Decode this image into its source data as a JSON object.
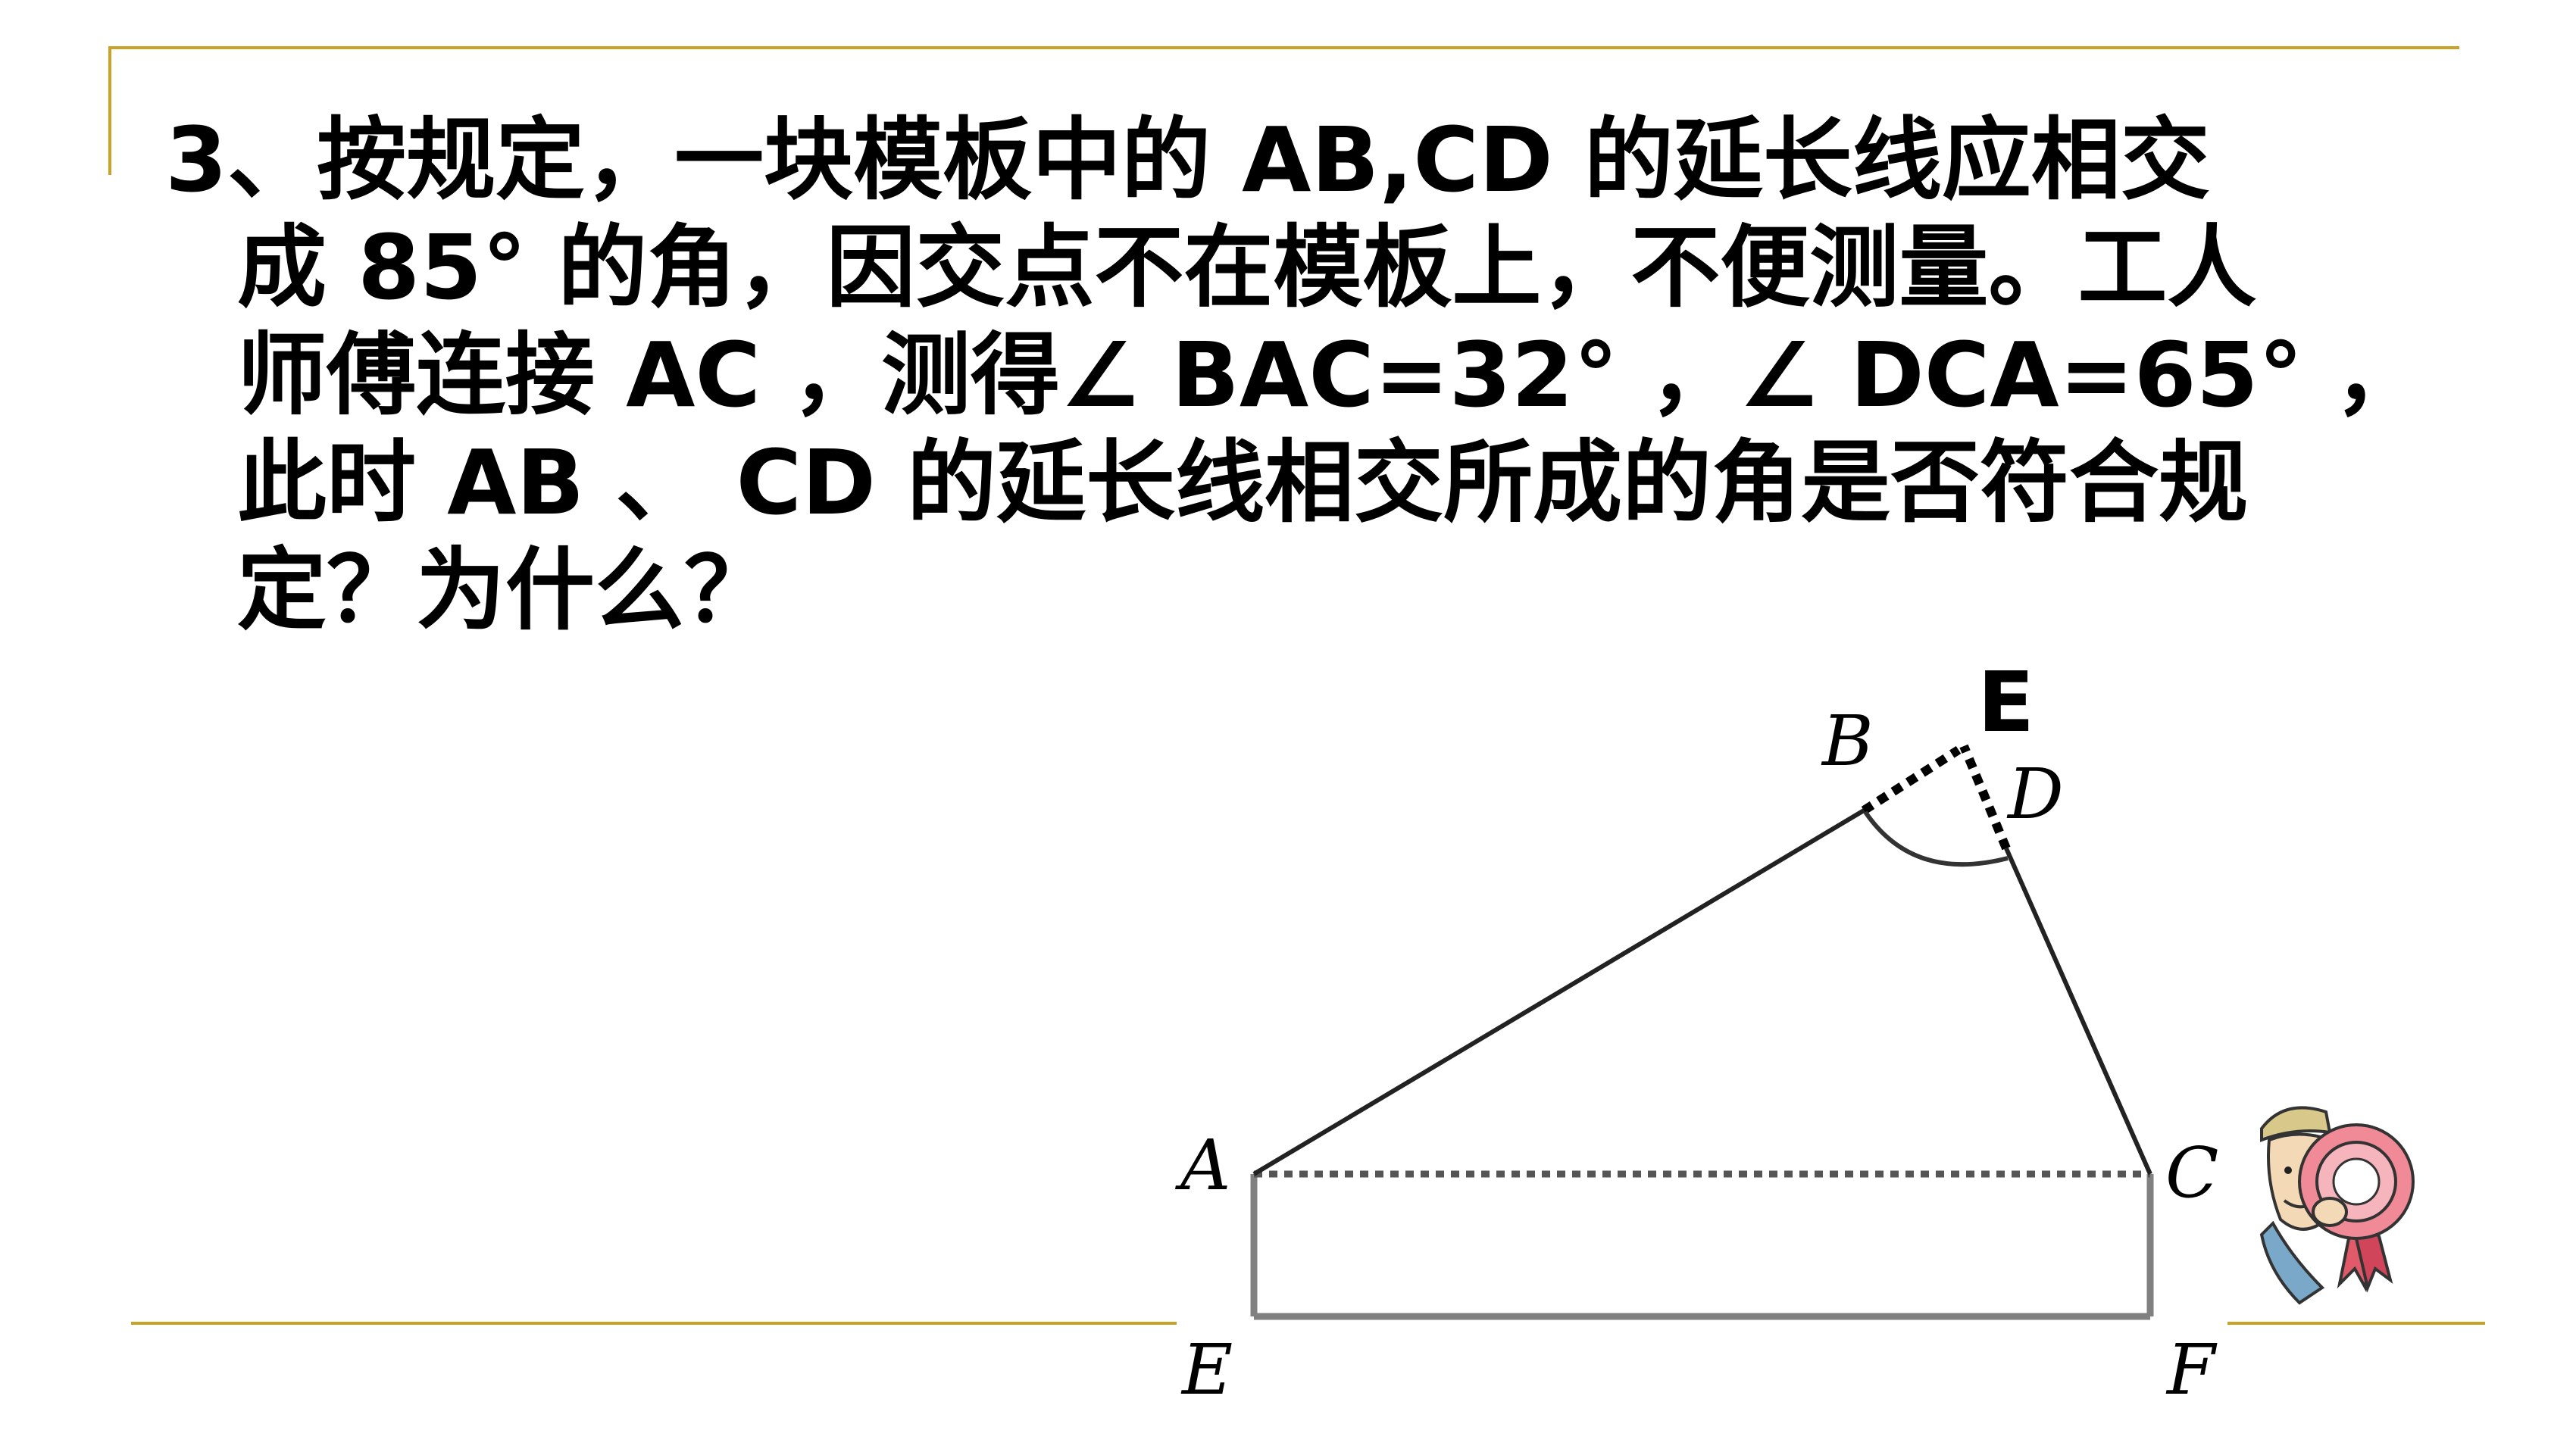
{
  "problem": {
    "lines": [
      "3、按规定，一块模板中的 AB,CD 的延长线应相交",
      "成 85° 的角，因交点不在模板上，不便测量。工人",
      "师傅连接 AC ，测得∠ BAC=32° ，∠ DCA=65° ，",
      "此时 AB 、 CD 的延长线相交所成的角是否符合规",
      "定？为什么？"
    ]
  },
  "figure": {
    "labels": {
      "E_top": "E",
      "B": "B",
      "D": "D",
      "A": "A",
      "C": "C",
      "E": "E",
      "F": "F"
    },
    "line_color": "#000000",
    "rect_color": "#808080",
    "frame_color": "#c9a227"
  },
  "decorations": {
    "mascot_icon": "cartoon-person-with-ribbon-icon"
  }
}
